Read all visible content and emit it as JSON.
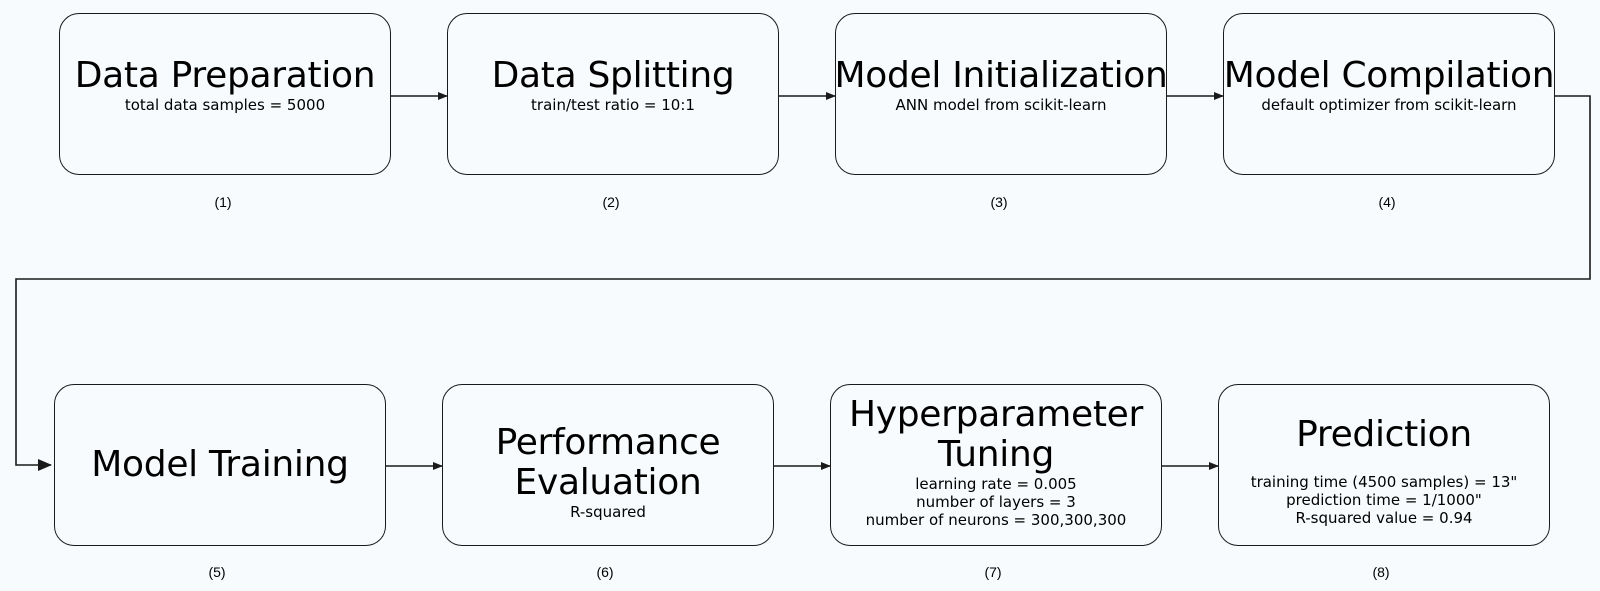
{
  "steps": [
    {
      "title": "Data Preparation",
      "lines": [
        "total data samples = 5000"
      ],
      "number": "(1)"
    },
    {
      "title": "Data Splitting",
      "lines": [
        "train/test ratio = 10:1"
      ],
      "number": "(2)"
    },
    {
      "title": "Model Initialization",
      "lines": [
        "ANN model from scikit-learn"
      ],
      "number": "(3)"
    },
    {
      "title": "Model Compilation",
      "lines": [
        "default optimizer from scikit-learn"
      ],
      "number": "(4)"
    },
    {
      "title": "Model Training",
      "lines": [],
      "number": "(5)"
    },
    {
      "title_lines": [
        "Performance",
        "Evaluation"
      ],
      "lines": [
        "R-squared"
      ],
      "number": "(6)"
    },
    {
      "title_lines": [
        "Hyperparameter",
        "Tuning"
      ],
      "lines": [
        "learning rate = 0.005",
        "number of layers = 3",
        "number of neurons = 300,300,300"
      ],
      "number": "(7)"
    },
    {
      "title": "Prediction",
      "lines": [
        "training time (4500 samples) = 13\"",
        "prediction time = 1/1000\"",
        "R-squared value = 0.94"
      ],
      "number": "(8)"
    }
  ],
  "colors": {
    "background": "#f7fbfd",
    "stroke": "#1a1a1a"
  }
}
